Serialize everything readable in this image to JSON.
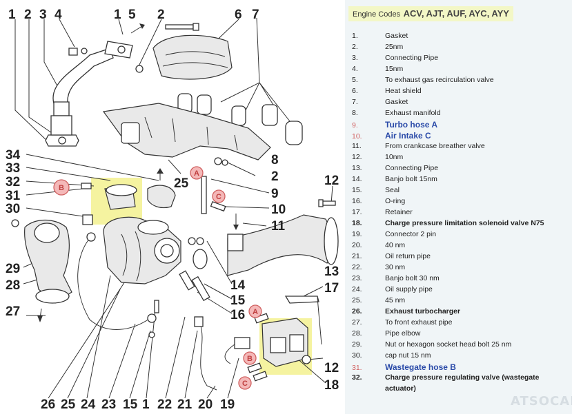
{
  "header": {
    "label": "Engine Codes",
    "codes": "ACV, AJT, AUF, AYC, AYY"
  },
  "legend": [
    {
      "n": "1.",
      "t": "Gasket"
    },
    {
      "n": "2.",
      "t": "25nm"
    },
    {
      "n": "3.",
      "t": "Connecting Pipe"
    },
    {
      "n": "4.",
      "t": "15nm"
    },
    {
      "n": "5.",
      "t": "To exhaust gas recirculation valve"
    },
    {
      "n": "6.",
      "t": "Heat shield"
    },
    {
      "n": "7.",
      "t": "Gasket"
    },
    {
      "n": "8.",
      "t": "Exhaust manifold"
    },
    {
      "n": "9.",
      "t": "Turbo hose A"
    },
    {
      "n": "10.",
      "t": "Air Intake C"
    },
    {
      "n": "11.",
      "t": "From crankcase breather valve"
    },
    {
      "n": "12.",
      "t": "10nm"
    },
    {
      "n": "13.",
      "t": "Connecting Pipe"
    },
    {
      "n": "14.",
      "t": "Banjo bolt 15nm"
    },
    {
      "n": "15.",
      "t": "Seal"
    },
    {
      "n": "16.",
      "t": "O-ring"
    },
    {
      "n": "17.",
      "t": "Retainer"
    },
    {
      "n": "18.",
      "t": "Charge pressure limitation solenoid valve N75"
    },
    {
      "n": "19.",
      "t": "Connector 2 pin"
    },
    {
      "n": "20.",
      "t": "40 nm"
    },
    {
      "n": "21.",
      "t": "Oil return pipe"
    },
    {
      "n": "22.",
      "t": "30 nm"
    },
    {
      "n": "23.",
      "t": "Banjo bolt 30 nm"
    },
    {
      "n": "24.",
      "t": "Oil supply pipe"
    },
    {
      "n": "25.",
      "t": "45 nm"
    },
    {
      "n": "26.",
      "t": "Exhaust turbocharger"
    },
    {
      "n": "27.",
      "t": "To front exhaust pipe"
    },
    {
      "n": "28.",
      "t": "Pipe elbow"
    },
    {
      "n": "29.",
      "t": "Nut or hexagon socket head bolt 25 nm"
    },
    {
      "n": "30.",
      "t": "cap nut 15 nm"
    },
    {
      "n": "31.",
      "t": "Wastegate hose B"
    },
    {
      "n": "32.",
      "t": "Charge pressure regulating valve (wastegate",
      "t2": "actuator)"
    }
  ],
  "callouts": {
    "n1a": "1",
    "n2a": "2",
    "n3": "3",
    "n4": "4",
    "n1b": "1",
    "n5": "5",
    "n2b": "2",
    "n6": "6",
    "n7": "7",
    "n8": "8",
    "n2c": "2",
    "n9": "9",
    "n10": "10",
    "n11": "11",
    "n12a": "12",
    "n12b": "12",
    "n13": "13",
    "n14": "14",
    "n15a": "15",
    "n16": "16",
    "n17": "17",
    "n18": "18",
    "n19": "19",
    "n20": "20",
    "n21": "21",
    "n22": "22",
    "n1c": "1",
    "n15b": "15",
    "n23": "23",
    "n24": "24",
    "n25a": "25",
    "n26": "26",
    "n25b": "25",
    "n27": "27",
    "n28": "28",
    "n29": "29",
    "n30": "30",
    "n31": "31",
    "n32": "32",
    "n33": "33",
    "n34": "34"
  },
  "markers": {
    "a1": "A",
    "c1": "C",
    "b1": "B",
    "a2": "A",
    "b2": "B",
    "c2": "C"
  },
  "watermark": "ATSOCAD",
  "colors": {
    "highlight_yellow": "#f5f3a0",
    "marker_pink": "#f4b8b8",
    "legend_blue": "#2a4aa8",
    "legend_red": "#d06060",
    "panel_bg": "#f0f5f7"
  }
}
